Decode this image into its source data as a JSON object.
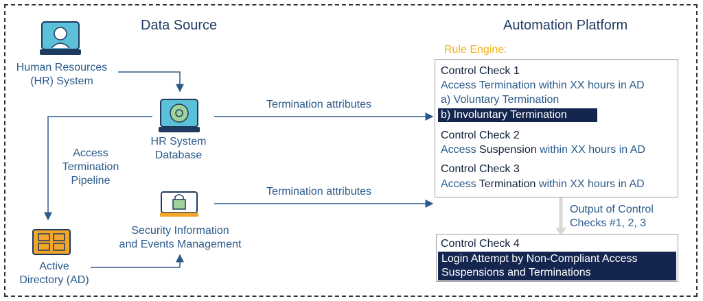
{
  "headings": {
    "data_source": "Data Source",
    "automation_platform": "Automation Platform",
    "rule_engine": "Rule Engine:"
  },
  "nodes": {
    "hr_system": {
      "line1": "Human Resources",
      "line2": "(HR) System",
      "icon": "user-monitor-icon"
    },
    "hr_database": {
      "line1": "HR System",
      "line2": "Database",
      "icon": "database-gear-icon"
    },
    "siem": {
      "line1": "Security Information",
      "line2": "and Events Management",
      "icon": "lock-screen-icon"
    },
    "active_directory": {
      "line1": "Active",
      "line2": "Directory (AD)",
      "icon": "folders-grid-icon"
    }
  },
  "edges": {
    "termination_attrs_1": "Termination attributes",
    "termination_attrs_2": "Termination attributes",
    "pipeline_line1": "Access",
    "pipeline_line2": "Termination",
    "pipeline_line3": "Pipeline",
    "output_line1": "Output of Control",
    "output_line2": "Checks #1, 2, 3"
  },
  "rules": {
    "check1_title": "Control Check 1",
    "check1_desc": "Access Termination within XX hours in AD",
    "check1_a": "a)  Voluntary Termination",
    "check1_b": "b) Involuntary Termination",
    "check2_title": "Control Check 2",
    "check2_pre": "Access ",
    "check2_bold": "Suspension",
    "check2_post": " within XX hours in AD",
    "check3_title": "Control Check 3",
    "check3_pre": "Access ",
    "check3_bold": "Termination",
    "check3_post": " within XX hours in AD",
    "check4_title": "Control Check 4",
    "check4_line1": "Login Attempt by Non-Compliant Access",
    "check4_line2": "Suspensions and Terminations"
  },
  "colors": {
    "accent_blue": "#2a5a8a",
    "navy": "#14264f",
    "orange": "#f2a52b",
    "yellow": "#f2b21c",
    "icon_teal": "#5cc0d8"
  }
}
